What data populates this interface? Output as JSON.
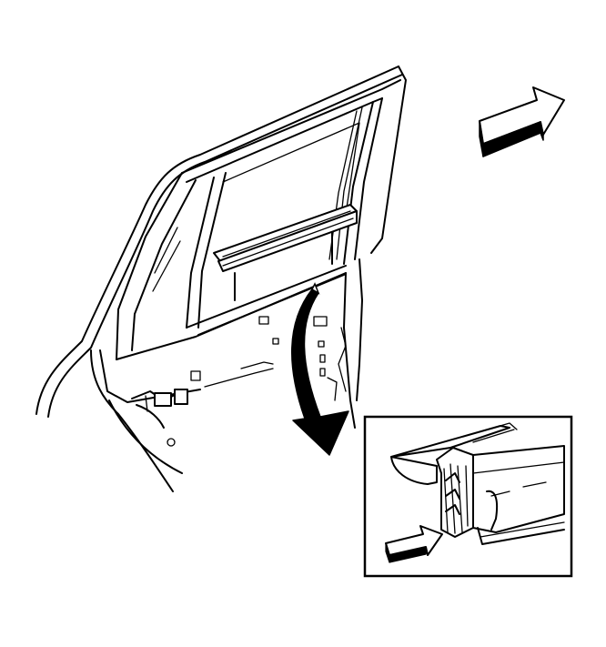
{
  "diagram": {
    "arrows": [
      {
        "id": "forward-direction",
        "icon": "block-arrow-right-icon"
      },
      {
        "id": "detail-callout",
        "icon": "curved-arrow-icon"
      },
      {
        "id": "install-direction",
        "icon": "block-arrow-right-icon"
      }
    ],
    "detail_view": {
      "icon": "seal-strip-clip-icon",
      "border_color": "#000000"
    },
    "line_color": "#000000",
    "background": "#ffffff"
  }
}
